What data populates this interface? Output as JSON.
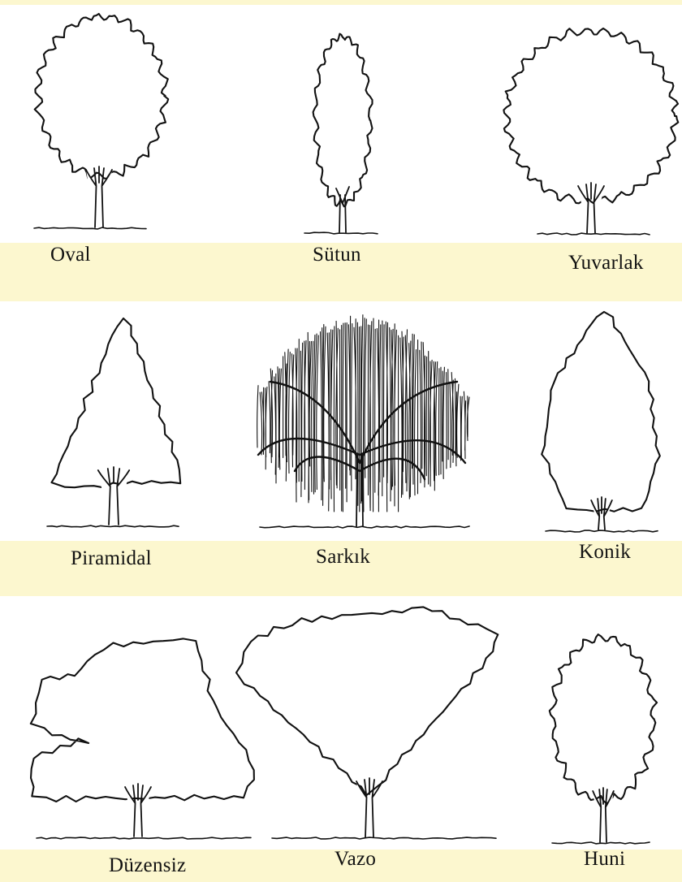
{
  "figure": {
    "background_color": "#ffffff",
    "band_color": "#fcf7cf",
    "line_color": "#111111"
  },
  "rows": [
    {
      "trees": [
        {
          "id": "oval",
          "label": "Oval",
          "icon": "oval-tree-icon"
        },
        {
          "id": "sutun",
          "label": "Sütun",
          "icon": "columnar-tree-icon"
        },
        {
          "id": "yuvarlak",
          "label": "Yuvarlak",
          "icon": "round-tree-icon"
        }
      ]
    },
    {
      "trees": [
        {
          "id": "piramidal",
          "label": "Piramidal",
          "icon": "pyramidal-tree-icon"
        },
        {
          "id": "sarkik",
          "label": "Sarkık",
          "icon": "weeping-tree-icon"
        },
        {
          "id": "konik",
          "label": "Konik",
          "icon": "conical-tree-icon"
        }
      ]
    },
    {
      "trees": [
        {
          "id": "duzensiz",
          "label": "Düzensiz",
          "icon": "irregular-tree-icon"
        },
        {
          "id": "vazo",
          "label": "Vazo",
          "icon": "vase-tree-icon"
        },
        {
          "id": "huni",
          "label": "Huni",
          "icon": "funnel-tree-icon"
        }
      ]
    }
  ]
}
